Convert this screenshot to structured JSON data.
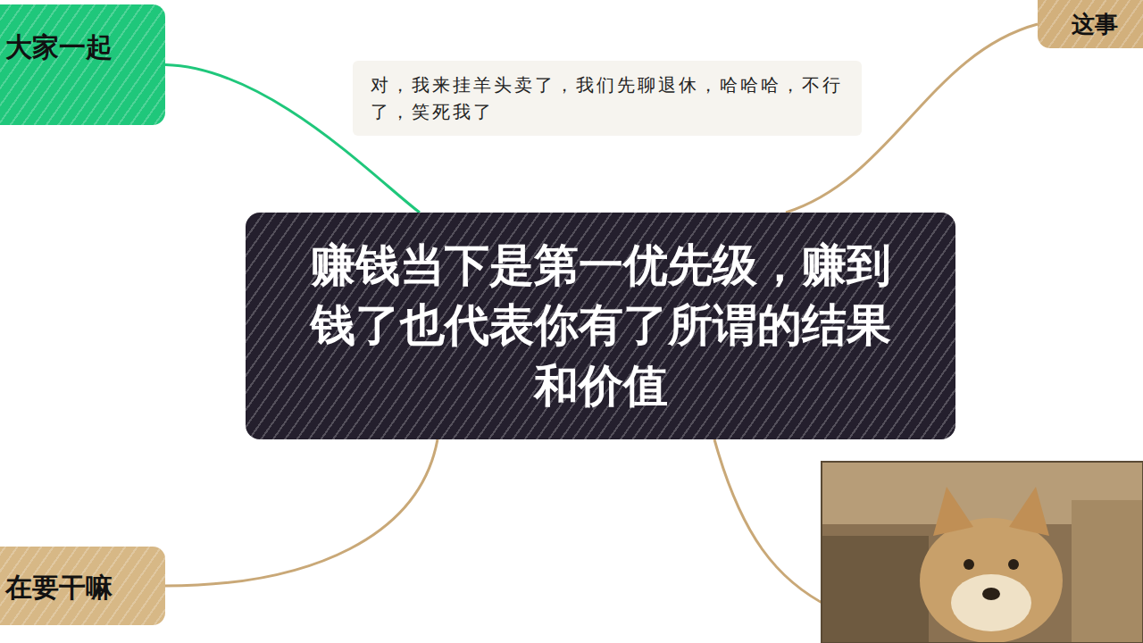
{
  "diagram": {
    "nodes": [
      {
        "text": [
          "大家一起"
        ]
      },
      {
        "text": [
          "对，我来挂羊头卖了，我们先聊退休，哈哈哈，不行了，笑死我了"
        ]
      },
      {
        "text": [
          "这事"
        ]
      },
      {
        "text": [
          "赚钱当下是第一优先级，赚到钱了也代表你有了所谓的结果和价值"
        ]
      },
      {
        "text": [
          "在要干嘛"
        ]
      }
    ],
    "edges": [
      {
        "from": 0,
        "to": 3,
        "arrow": "none"
      },
      {
        "from": 2,
        "to": 3,
        "arrow": "none"
      },
      {
        "from": 3,
        "to": 4,
        "arrow": "none"
      }
    ]
  }
}
